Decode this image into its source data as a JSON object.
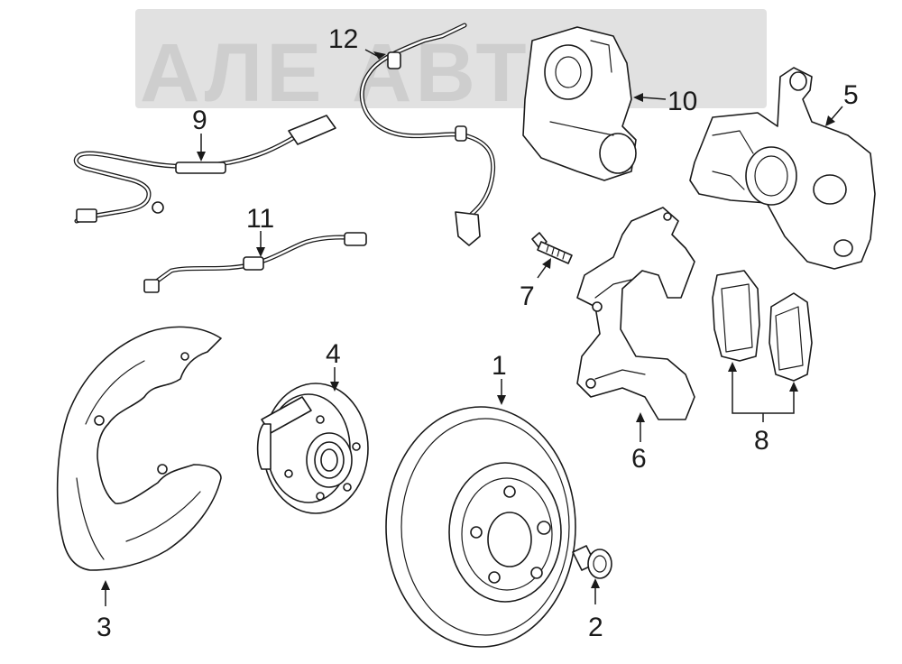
{
  "watermark": {
    "text": "АЛЕ  АВТО"
  },
  "callouts": [
    {
      "id": "1",
      "label": "1",
      "part": "brake-rotor"
    },
    {
      "id": "2",
      "label": "2",
      "part": "rotor-screw"
    },
    {
      "id": "3",
      "label": "3",
      "part": "splash-shield"
    },
    {
      "id": "4",
      "label": "4",
      "part": "hub-bearing"
    },
    {
      "id": "5",
      "label": "5",
      "part": "caliper"
    },
    {
      "id": "6",
      "label": "6",
      "part": "caliper-bracket"
    },
    {
      "id": "7",
      "label": "7",
      "part": "bracket-bolt"
    },
    {
      "id": "8",
      "label": "8",
      "part": "brake-pads"
    },
    {
      "id": "9",
      "label": "9",
      "part": "pad-wear-sensor"
    },
    {
      "id": "10",
      "label": "10",
      "part": "parking-brake-motor"
    },
    {
      "id": "11",
      "label": "11",
      "part": "brake-hose"
    },
    {
      "id": "12",
      "label": "12",
      "part": "abs-sensor"
    }
  ],
  "colors": {
    "line": "#1a1a1a",
    "background": "#ffffff",
    "watermark": "#bdbdbd"
  }
}
